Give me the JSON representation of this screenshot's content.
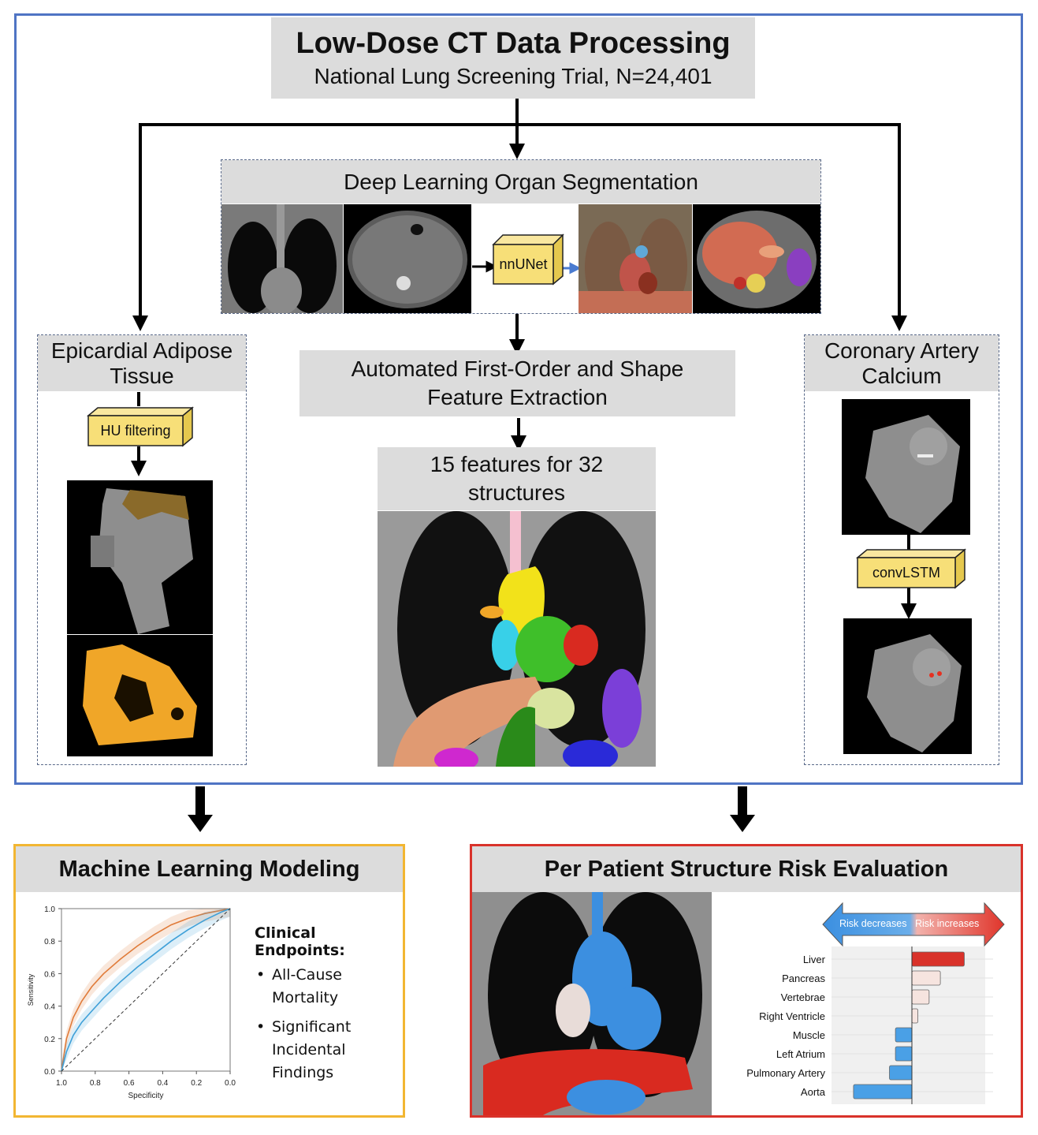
{
  "header": {
    "title": "Low-Dose CT Data Processing",
    "subtitle": "National Lung Screening Trial, N=24,401"
  },
  "segmentation": {
    "title": "Deep Learning Organ Segmentation",
    "model_label": "nnUNet"
  },
  "epicardial": {
    "title_line1": "Epicardial Adipose",
    "title_line2": "Tissue",
    "filter_label": "HU filtering"
  },
  "extraction": {
    "title_line1": "Automated First-Order and Shape",
    "title_line2": "Feature Extraction"
  },
  "features": {
    "title_line1": "15 features for 32",
    "title_line2": "structures"
  },
  "coronary": {
    "title_line1": "Coronary Artery",
    "title_line2": "Calcium",
    "model_label": "convLSTM"
  },
  "ml_modeling": {
    "title": "Machine Learning Modeling",
    "endpoints_title": "Clinical Endpoints:",
    "endpoint1_line1": "All-Cause",
    "endpoint1_line2": "Mortality",
    "endpoint2_line1": "Significant",
    "endpoint2_line2": "Incidental",
    "endpoint2_line3": "Findings"
  },
  "risk": {
    "title": "Per Patient Structure Risk Evaluation",
    "arrow_left": "Risk decreases",
    "arrow_right": "Risk increases"
  },
  "chart_data": [
    {
      "type": "line",
      "xlabel": "Specificity",
      "ylabel": "Sensitivity",
      "xlim": [
        1.0,
        0.0
      ],
      "ylim": [
        0.0,
        1.0
      ],
      "x_ticks": [
        "1.0",
        "0.8",
        "0.6",
        "0.4",
        "0.2",
        "0.0"
      ],
      "y_ticks": [
        "0.0",
        "0.2",
        "0.4",
        "0.6",
        "0.8",
        "1.0"
      ],
      "series": [
        {
          "color": "#e07b39",
          "x": [
            1.0,
            0.97,
            0.93,
            0.88,
            0.82,
            0.75,
            0.65,
            0.55,
            0.45,
            0.35,
            0.25,
            0.15,
            0.05,
            0.0
          ],
          "y": [
            0.0,
            0.2,
            0.33,
            0.43,
            0.52,
            0.6,
            0.69,
            0.77,
            0.84,
            0.9,
            0.94,
            0.97,
            0.99,
            1.0
          ]
        },
        {
          "color": "#3fa0d8",
          "x": [
            1.0,
            0.97,
            0.93,
            0.88,
            0.82,
            0.75,
            0.65,
            0.55,
            0.45,
            0.35,
            0.25,
            0.15,
            0.05,
            0.0
          ],
          "y": [
            0.0,
            0.12,
            0.22,
            0.3,
            0.37,
            0.45,
            0.55,
            0.64,
            0.72,
            0.8,
            0.87,
            0.93,
            0.98,
            1.0
          ]
        },
        {
          "color": "#333333",
          "dashed": true,
          "x": [
            1.0,
            0.0
          ],
          "y": [
            0.0,
            1.0
          ]
        }
      ]
    },
    {
      "type": "bar",
      "orientation": "horizontal",
      "categories": [
        "Liver",
        "Pancreas",
        "Vertebrae",
        "Right Ventricle",
        "Muscle",
        "Left Atrium",
        "Pulmonary Artery",
        "Aorta"
      ],
      "values": [
        0.7,
        0.38,
        0.23,
        0.08,
        -0.22,
        -0.22,
        -0.3,
        -0.78
      ],
      "colors": [
        "#d9322a",
        "#f6e4df",
        "#f6e4df",
        "#f6e4df",
        "#4aa0e6",
        "#4aa0e6",
        "#4aa0e6",
        "#4aa0e6"
      ]
    }
  ]
}
